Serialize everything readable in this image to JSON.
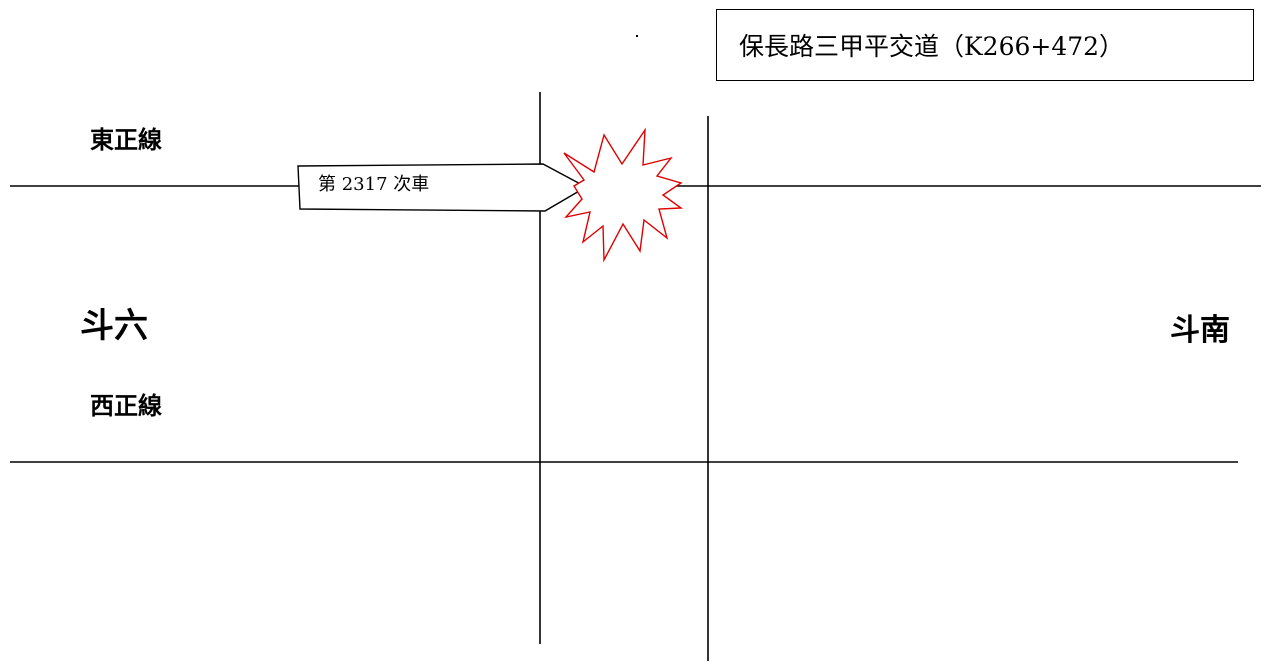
{
  "crossing_title": "保長路三甲平交道（K266+472）",
  "train_label": "第 2317 次車",
  "tracks": {
    "east_line": "東正線",
    "west_line": "西正線"
  },
  "stations": {
    "left": "斗六",
    "right": "斗南"
  },
  "colors": {
    "lines": "#000000",
    "collision_star": "#e00000",
    "background": "#ffffff"
  },
  "icons": {
    "collision": "collision-burst-icon",
    "train": "train-arrow-icon"
  }
}
